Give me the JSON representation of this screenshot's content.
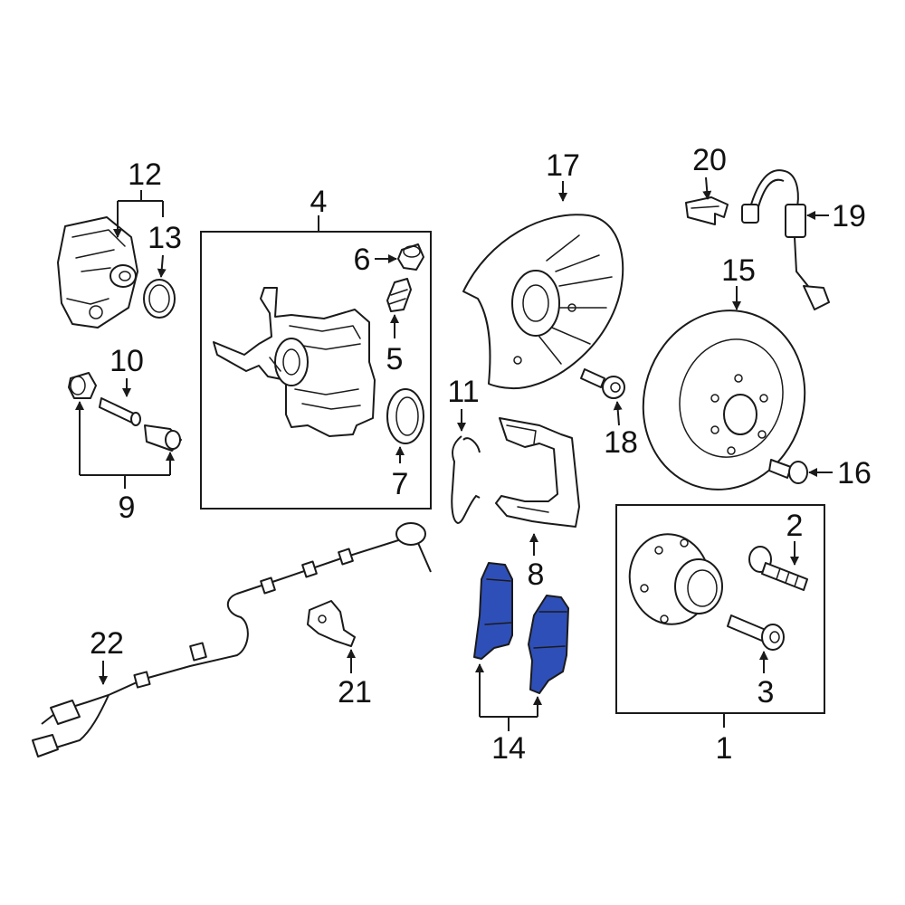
{
  "colors": {
    "highlight": "#2f4fb8",
    "line": "#1a1a1a",
    "background": "#ffffff"
  },
  "callouts": {
    "c1": "1",
    "c2": "2",
    "c3": "3",
    "c4": "4",
    "c5": "5",
    "c6": "6",
    "c7": "7",
    "c8": "8",
    "c9": "9",
    "c10": "10",
    "c11": "11",
    "c12": "12",
    "c13": "13",
    "c14": "14",
    "c15": "15",
    "c16": "16",
    "c17": "17",
    "c18": "18",
    "c19": "19",
    "c20": "20",
    "c21": "21",
    "c22": "22"
  }
}
